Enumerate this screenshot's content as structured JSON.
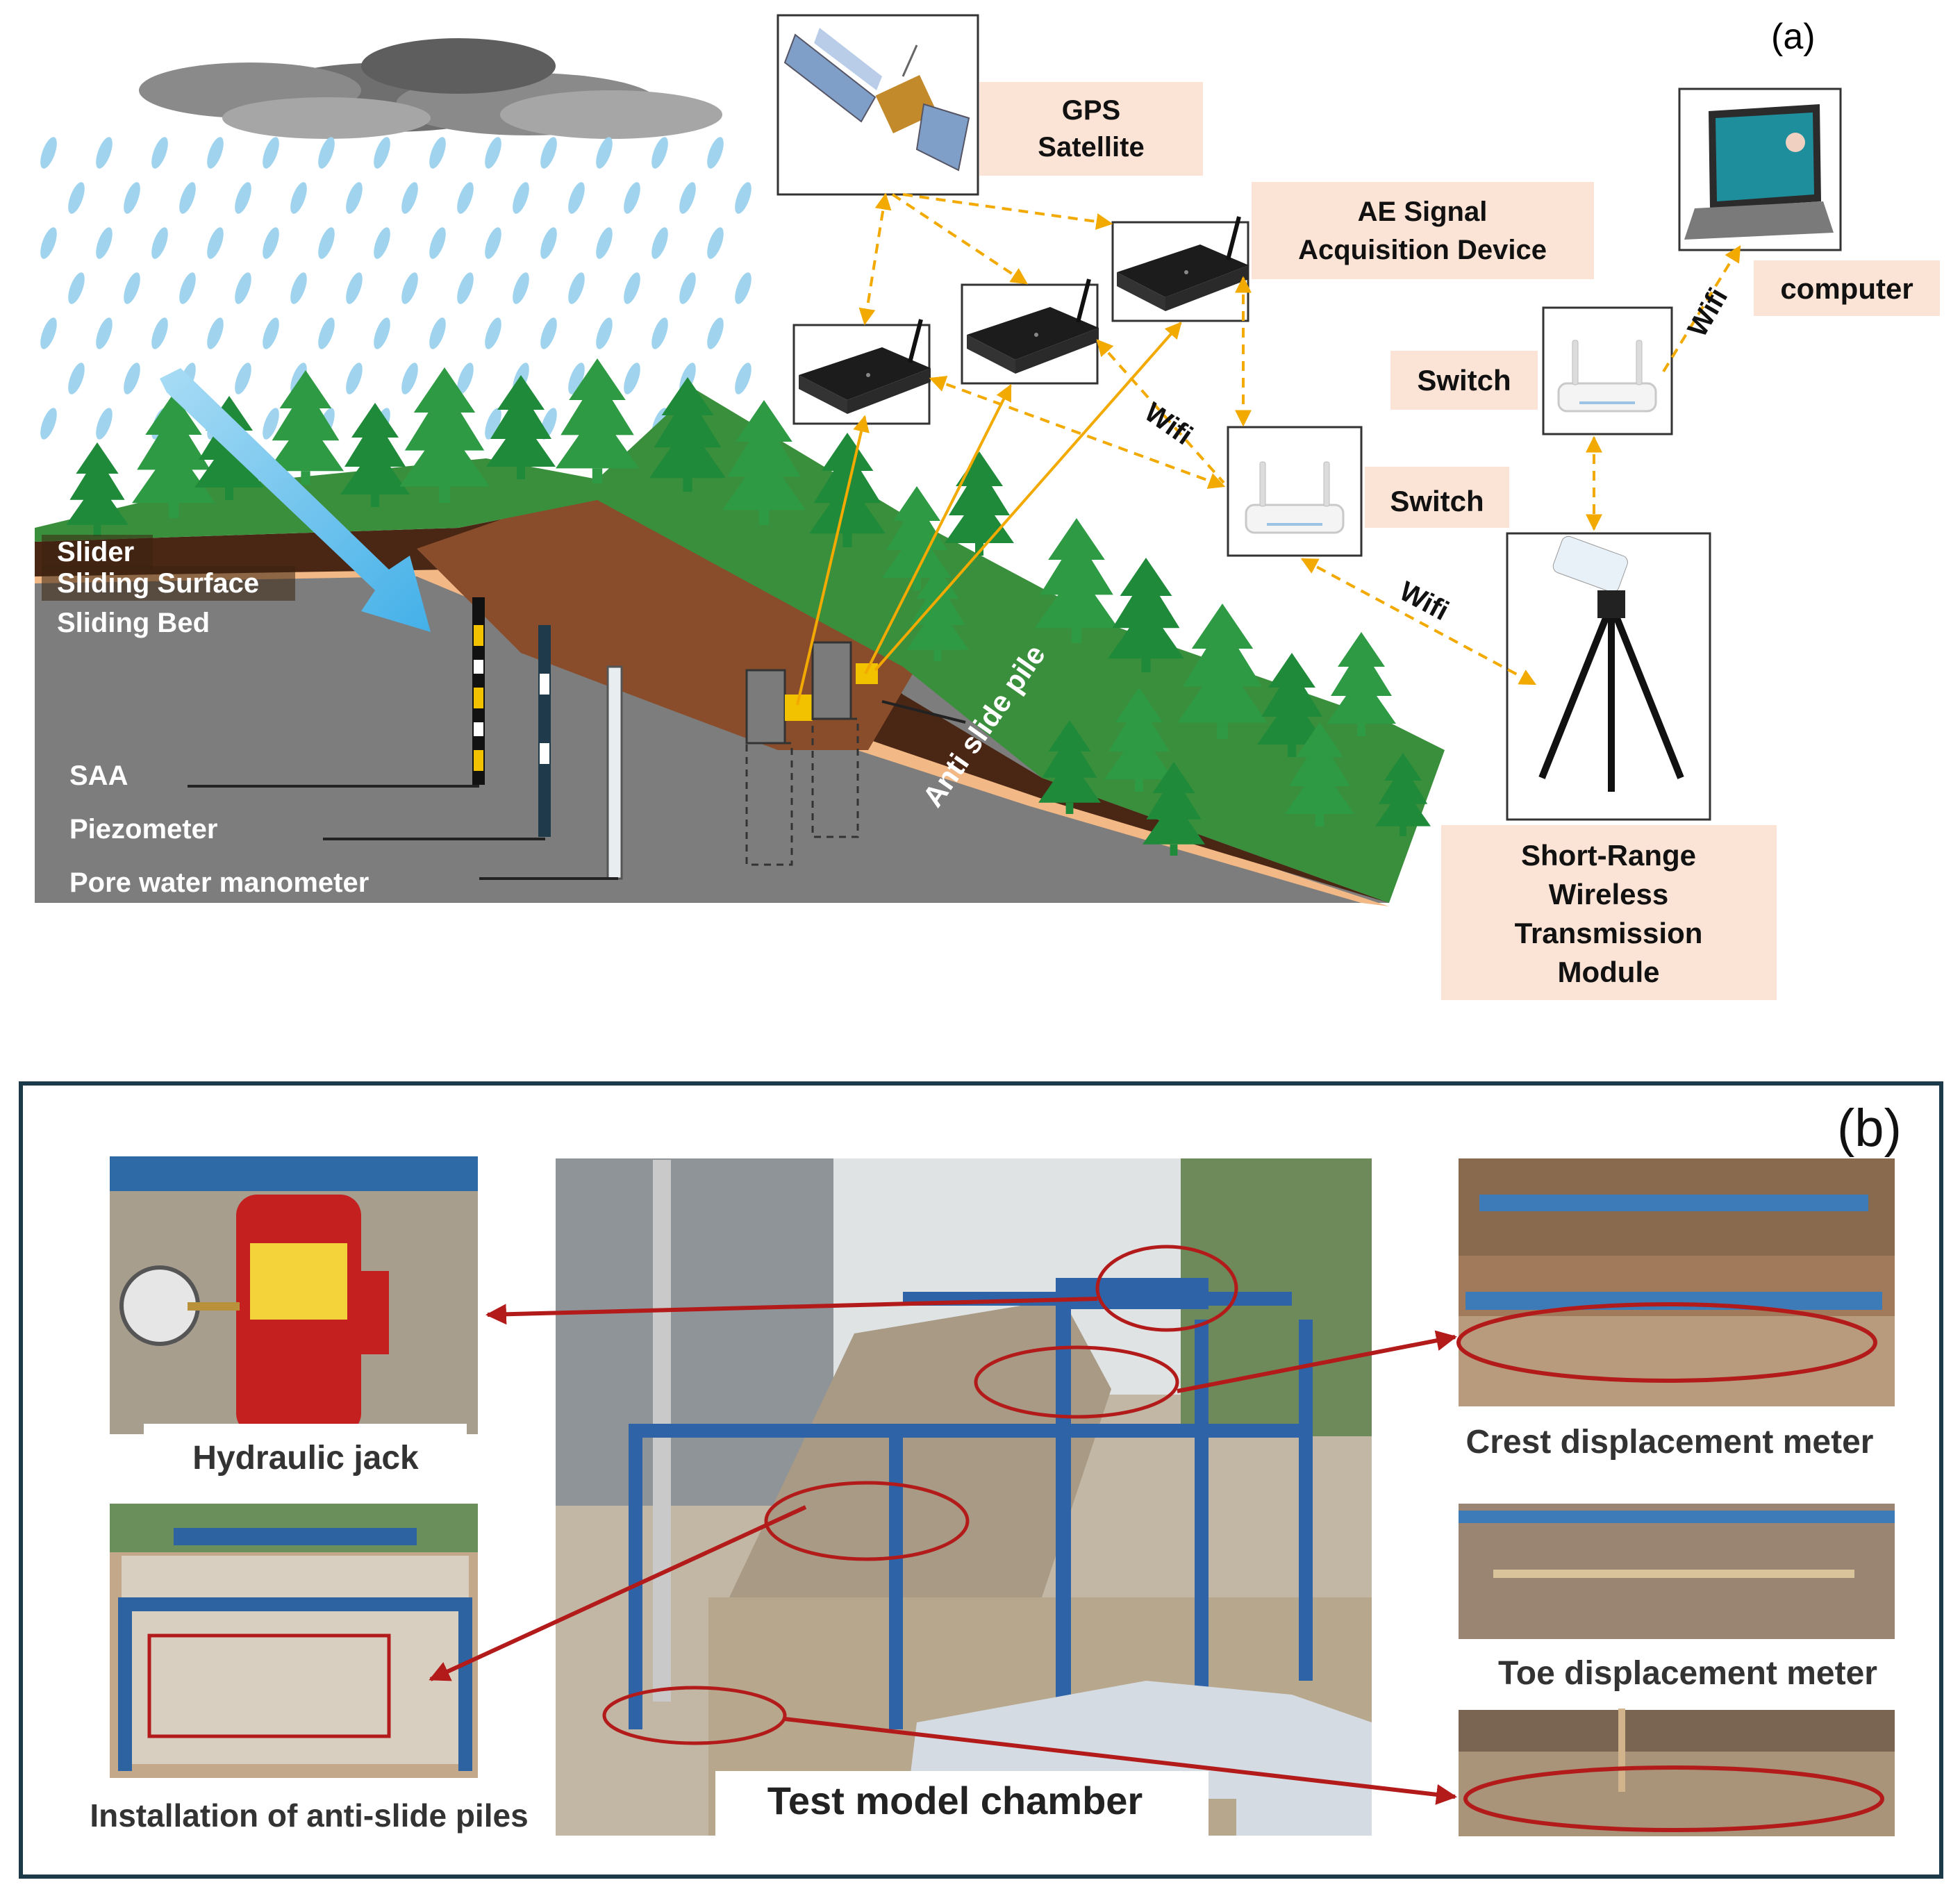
{
  "panel_a": {
    "tag": "(a)",
    "gps": [
      "GPS",
      "Satellite"
    ],
    "ae": [
      "AE Signal",
      "Acquisition Device"
    ],
    "computer": "computer",
    "switch_top": "Switch",
    "switch_mid": "Switch",
    "wifi_1": "Wifi",
    "wifi_2": "Wifi",
    "wifi_3": "Wifi",
    "srwtm": [
      "Short-Range",
      "Wireless",
      "Transmission",
      "Module"
    ],
    "slider": "Slider",
    "sliding_surface": "Sliding Surface",
    "sliding_bed": "Sliding Bed",
    "saa": "SAA",
    "piezometer": "Piezometer",
    "pore": "Pore water manometer",
    "anti_slide_pile": "Anti slide pile"
  },
  "panel_b": {
    "tag": "(b)",
    "hydraulic_jack": "Hydraulic jack",
    "installation": "Installation of anti-slide piles",
    "chamber": "Test model chamber",
    "crest": "Crest displacement meter",
    "toe": "Toe displacement meter"
  },
  "colors": {
    "label_box": "#fbe3d5",
    "arrow_gold": "#f2a900",
    "forest": "#3a8f3c",
    "slider_brown": "#5c3217",
    "bed_gray": "#7d7d7d",
    "red_annot": "#b31b1b",
    "frame": "#1d3a4a"
  }
}
